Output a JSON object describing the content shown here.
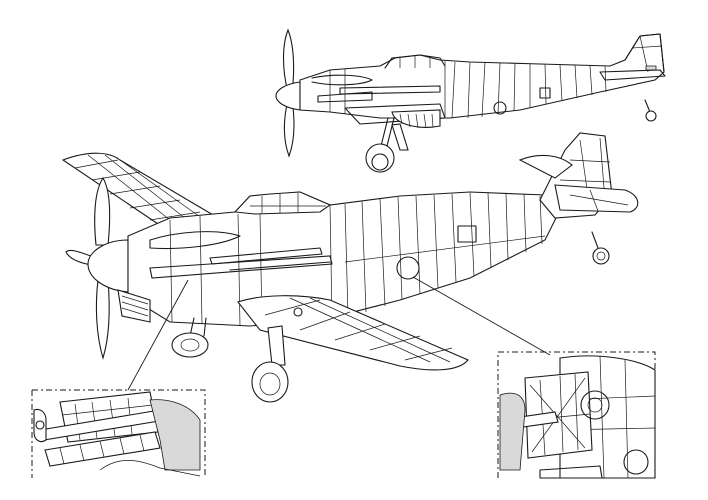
{
  "drawing": {
    "subject": "",
    "views": [
      "side-profile",
      "three-quarter-view",
      "detail-gun-installation",
      "detail-tail-interior"
    ]
  }
}
